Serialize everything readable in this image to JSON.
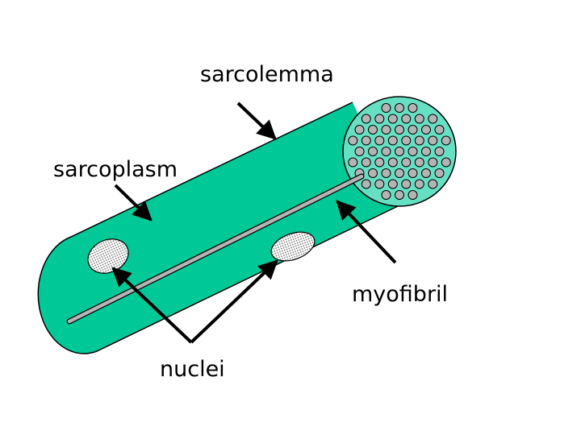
{
  "labels": {
    "sarcolemma": "sarcolemma",
    "sarcoplasm": "sarcoplasm",
    "myofibril": "myofibril",
    "nuclei": "nuclei"
  },
  "colors": {
    "fiber_body": "#00c896",
    "fiber_end": "#66e0c3",
    "outline": "#000000",
    "myofibril_dot": "#b4b4b4",
    "myofibril_rod": "#b4b4b4",
    "nucleus_fill": "#ffffff",
    "nucleus_pattern": "#666666"
  }
}
